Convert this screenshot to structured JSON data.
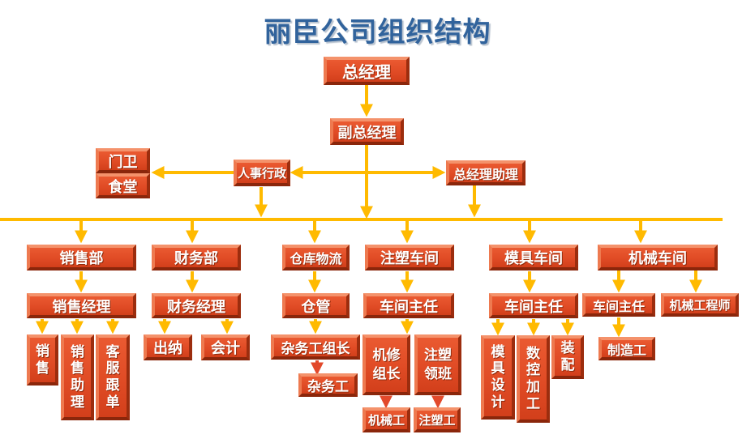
{
  "title": "丽臣公司组织结构",
  "colors": {
    "title_blue": "#31639c",
    "box_face": "#e04b25",
    "box_bevel_light": "#f4926b",
    "box_bevel_dark": "#9c2d0e",
    "arrow_yellow": "#ffba00",
    "arrow_red": "#e2492b"
  },
  "nodes": {
    "ceo": {
      "label": "总经理"
    },
    "deputy_ceo": {
      "label": "副总经理"
    },
    "gatekeeper": {
      "label": "门卫"
    },
    "canteen": {
      "label": "食堂"
    },
    "hr_admin": {
      "label": "人事行政"
    },
    "gm_assistant": {
      "label": "总经理助理"
    },
    "sales_dept": {
      "label": "销售部"
    },
    "finance_dept": {
      "label": "财务部"
    },
    "warehouse_logistics": {
      "label": "仓库物流"
    },
    "injection_workshop": {
      "label": "注塑车间"
    },
    "mold_workshop": {
      "label": "模具车间"
    },
    "machinery_workshop": {
      "label": "机械车间"
    },
    "sales_manager": {
      "label": "销售经理"
    },
    "finance_manager": {
      "label": "财务经理"
    },
    "warehouse_keeper": {
      "label": "仓管"
    },
    "injection_director": {
      "label": "车间主任"
    },
    "mold_director": {
      "label": "车间主任"
    },
    "machinery_director": {
      "label": "车间主任"
    },
    "mechanical_engineer": {
      "label": "机械工程师"
    },
    "sales_staff": {
      "label": "销售"
    },
    "sales_assistant": {
      "label": "销售助理"
    },
    "cs_order_follow": {
      "label": "客服跟单"
    },
    "cashier": {
      "label": "出纳"
    },
    "accountant": {
      "label": "会计"
    },
    "misc_worker_leader": {
      "label": "杂务工组长"
    },
    "misc_worker": {
      "label": "杂务工"
    },
    "machine_repair_leader": {
      "label": "机修组长"
    },
    "injection_foreman": {
      "label": "注塑领班"
    },
    "mechanic": {
      "label": "机械工"
    },
    "injection_worker": {
      "label": "注塑工"
    },
    "mold_design": {
      "label": "模具设计"
    },
    "cnc_machining": {
      "label": "数控加工"
    },
    "assembly": {
      "label": "装配"
    },
    "manufacturing_worker": {
      "label": "制造工"
    }
  },
  "edges": {
    "yellow": [
      "ceo>deputy_ceo",
      "deputy_ceo>trunk_bar",
      "trunk>hr_admin",
      "trunk>gm_assistant",
      "hr_admin>gatekeeper+canteen",
      "hr_admin>trunk_bar",
      "gm_assistant>trunk_bar",
      "trunk_bar>sales_dept",
      "trunk_bar>finance_dept",
      "trunk_bar>warehouse_logistics",
      "trunk_bar>injection_workshop",
      "trunk_bar>mold_workshop",
      "trunk_bar>machinery_workshop",
      "sales_dept>sales_manager",
      "finance_dept>finance_manager",
      "warehouse_logistics>warehouse_keeper",
      "injection_workshop>injection_director",
      "mold_workshop>mold_director",
      "machinery_workshop>machinery_director",
      "machinery_workshop>mechanical_engineer",
      "sales_manager>sales_staff",
      "sales_manager>sales_assistant",
      "sales_manager>cs_order_follow",
      "finance_manager>cashier",
      "finance_manager>accountant",
      "warehouse_keeper>misc_worker_leader",
      "injection_director>machine_repair_leader+injection_foreman",
      "mold_director>mold_design",
      "mold_director>cnc_machining",
      "mold_director>assembly",
      "machinery_director>manufacturing_worker"
    ],
    "red": [
      "misc_worker_leader>misc_worker",
      "machine_repair_leader>mechanic",
      "injection_foreman>injection_worker"
    ]
  }
}
